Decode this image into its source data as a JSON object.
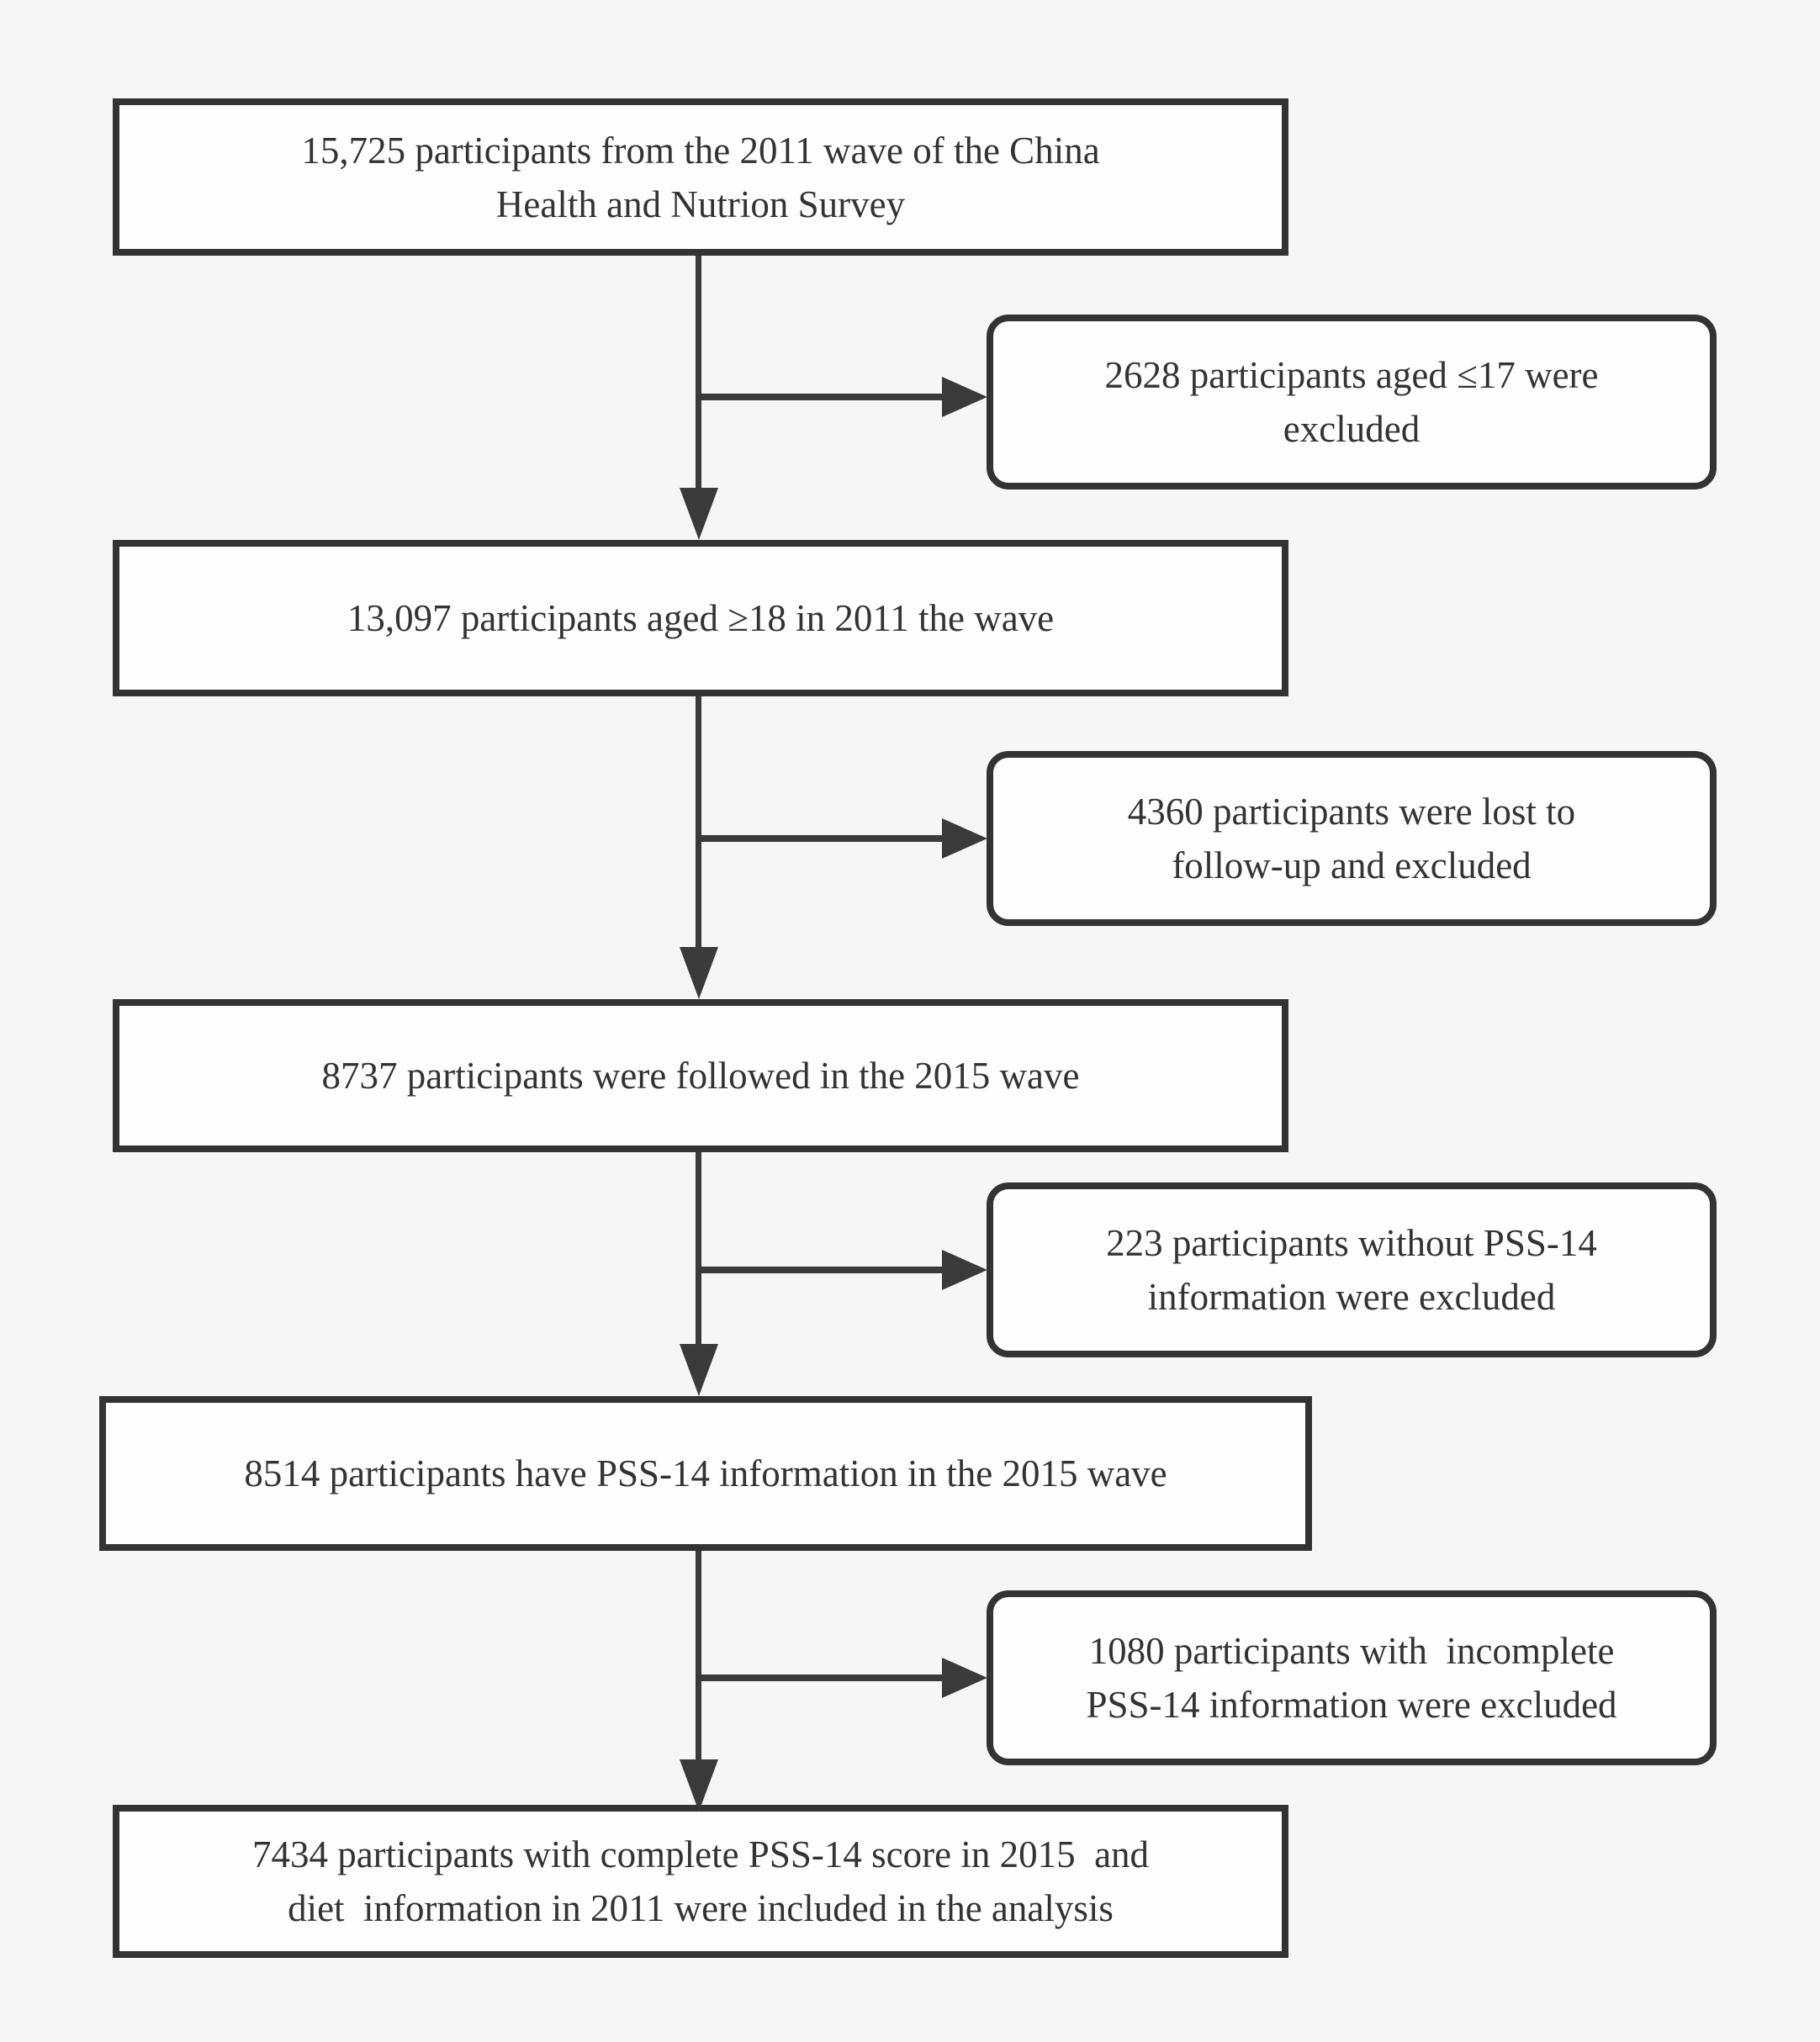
{
  "page": {
    "background_color": "#f6f6f6",
    "box_fill_color": "#fefefe",
    "border_color": "#333333",
    "arrow_color": "#3a3a3a",
    "text_color": "#333333"
  },
  "flowchart": {
    "main_boxes": [
      {
        "id": "cohort-2011",
        "lines": [
          "15,725 participants from the 2011 wave of the China",
          "Health and Nutrion Survey"
        ]
      },
      {
        "id": "aged-18-2011",
        "lines": [
          "13,097 participants aged ≥18 in 2011 the wave"
        ]
      },
      {
        "id": "followed-2015",
        "lines": [
          "8737 participants were followed in the 2015 wave"
        ]
      },
      {
        "id": "pss14-2015",
        "lines": [
          "8514 participants have PSS-14 information in the 2015 wave"
        ]
      },
      {
        "id": "included-analysis",
        "lines": [
          "7434 participants with complete PSS-14 score in 2015  and",
          "diet  information in 2011 were included in the analysis"
        ]
      }
    ],
    "exclusion_boxes": [
      {
        "id": "excluded-age",
        "lines": [
          "2628 participants aged ≤17 were",
          "excluded"
        ]
      },
      {
        "id": "excluded-lost-followup",
        "lines": [
          "4360 participants were lost to",
          "follow-up and excluded"
        ]
      },
      {
        "id": "excluded-no-pss14",
        "lines": [
          "223 participants without PSS-14",
          "information were excluded"
        ]
      },
      {
        "id": "excluded-incomplete-pss14",
        "lines": [
          "1080 participants with  incomplete",
          "PSS-14 information were excluded"
        ]
      }
    ]
  }
}
